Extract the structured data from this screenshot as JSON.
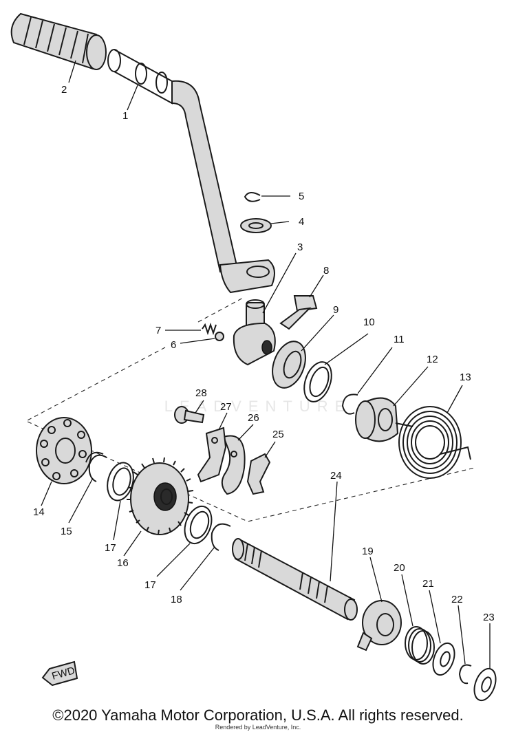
{
  "callouts": [
    "1",
    "2",
    "3",
    "4",
    "5",
    "6",
    "7",
    "8",
    "9",
    "10",
    "11",
    "12",
    "13",
    "14",
    "15",
    "16",
    "17",
    "17",
    "18",
    "19",
    "20",
    "21",
    "22",
    "23",
    "24",
    "25",
    "26",
    "27",
    "28"
  ],
  "fwd_label": "FWD",
  "watermark": "LEADVENTURE",
  "copyright": "©2020 Yamaha Motor Corporation, U.S.A. All rights reserved.",
  "subcredit": "Rendered by LeadVenture, Inc."
}
